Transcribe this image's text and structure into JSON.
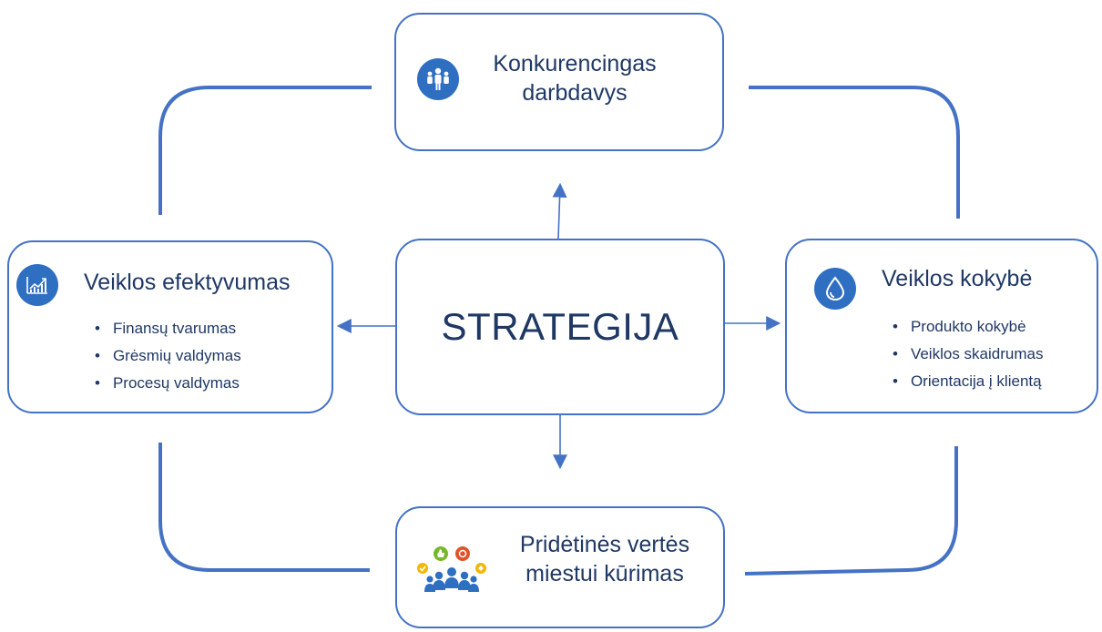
{
  "center": {
    "title": "STRATEGIJA"
  },
  "top": {
    "title_lines": [
      "Konkurencingas",
      "darbdavys"
    ],
    "icon": "team-icon"
  },
  "left": {
    "title": "Veiklos efektyvumas",
    "icon": "growth-chart-icon",
    "bullets": [
      "Finansų tvarumas",
      "Grėsmių valdymas",
      "Procesų valdymas"
    ]
  },
  "right": {
    "title": "Veiklos kokybė",
    "icon": "water-drop-icon",
    "bullets": [
      "Produkto kokybė",
      "Veiklos skaidrumas",
      "Orientacija į klientą"
    ]
  },
  "bottom": {
    "title_lines": [
      "Pridėtinės vertės",
      "miestui kūrimas"
    ],
    "icon": "community-feedback-icon"
  },
  "colors": {
    "accent": "#4472c4",
    "icon_bg": "#2f6fc2",
    "text": "#1f3864"
  }
}
